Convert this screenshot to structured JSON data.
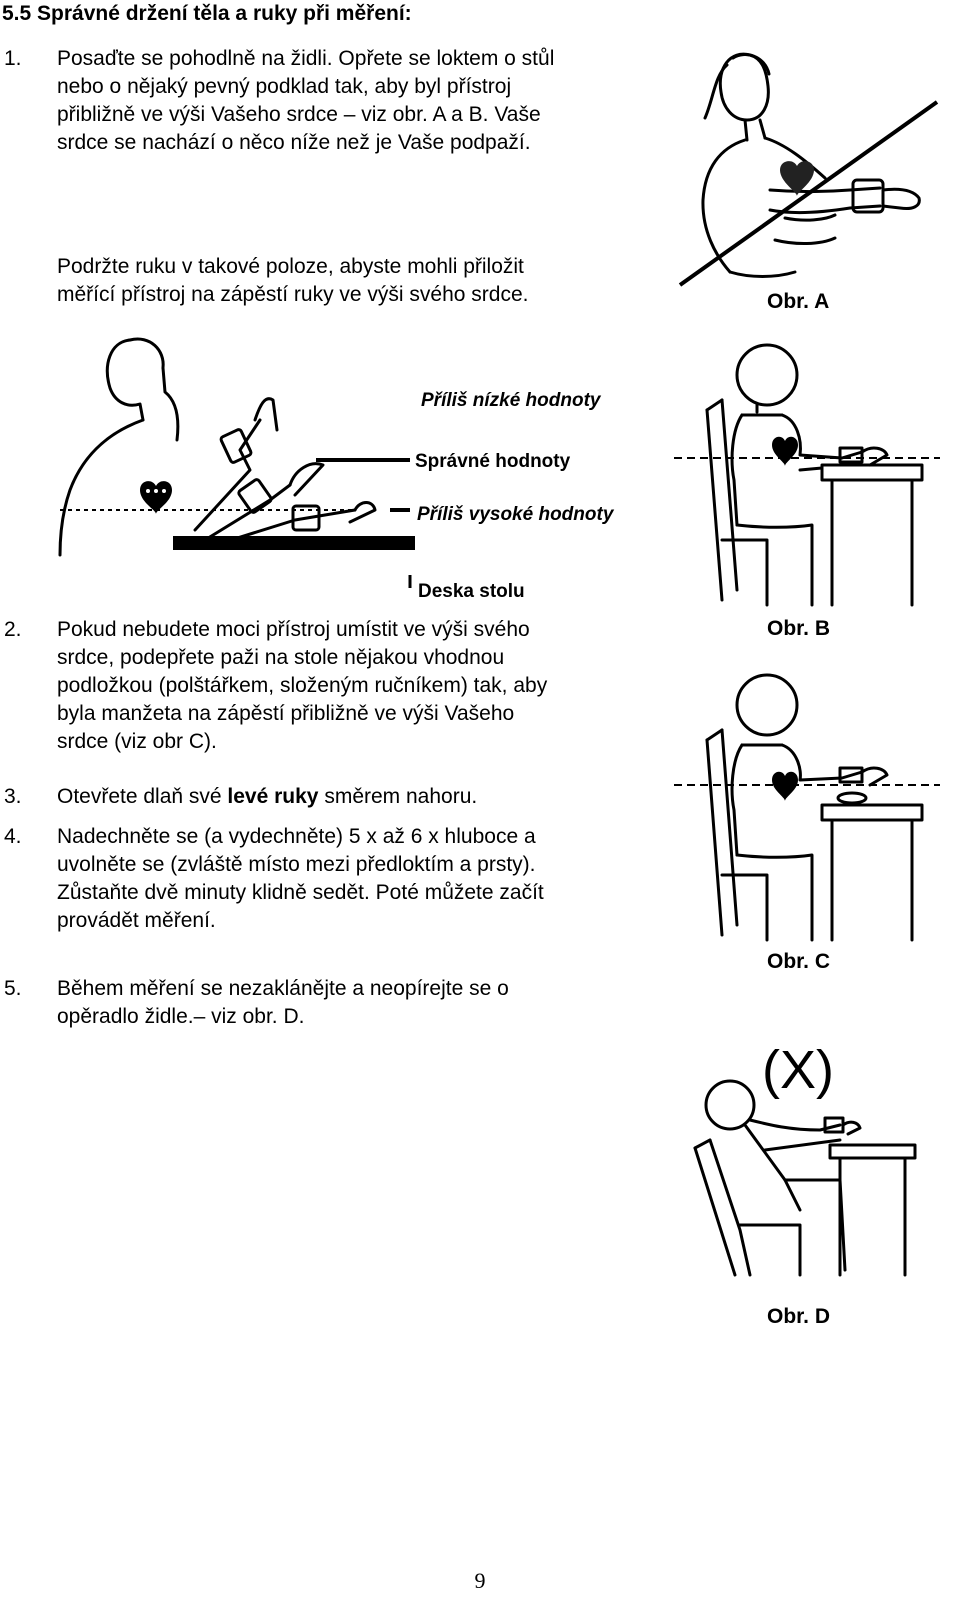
{
  "heading": "5.5 Správné držení těla a ruky při měření:",
  "items": [
    {
      "num": "1.",
      "lines": [
        "Posaďte se pohodlně na židli. Opřete se loktem o stůl",
        "nebo o nějaký pevný podklad tak, aby byl přístroj",
        "přibližně ve výši Vašeho srdce – viz obr. A a B. Vaše",
        "srdce se nachází o něco níže než je Vaše podpaží."
      ],
      "sub_lines": [
        "Podržte ruku v takové poloze, abyste mohli přiložit",
        "měřící přístroj na zápěstí ruky ve výši svého srdce."
      ]
    },
    {
      "num": "2.",
      "lines": [
        "Pokud nebudete moci přístroj umístit ve výši svého",
        "srdce, podepřete paži na stole nějakou vhodnou",
        "podložkou (polštářkem, složeným ručníkem) tak, aby",
        "byla manžeta na zápěstí přibližně ve výši Vašeho",
        "srdce (viz obr C)."
      ]
    },
    {
      "num": "3.",
      "before": "Otevřete dlaň své ",
      "bold": "levé ruky",
      "after": " směrem nahoru."
    },
    {
      "num": "4.",
      "lines": [
        "Nadechněte se (a vydechněte) 5 x až 6 x hluboce a",
        "uvolněte se (zvláště místo mezi předloktím a prsty).",
        "Zůstaňte dvě minuty klidně sedět. Poté můžete začít",
        "provádět měření."
      ]
    },
    {
      "num": "5.",
      "lines": [
        "Během měření se nezaklánějte a neopírejte se o",
        "opěradlo židle.– viz obr. D."
      ]
    }
  ],
  "figure_labels": {
    "too_low": "Příliš nízké hodnoty",
    "correct": "Správné hodnoty",
    "too_high": "Příliš vysoké hodnoty",
    "desk": "Deska stolu",
    "cross": "(X)"
  },
  "captions": {
    "a": "Obr. A",
    "b": "Obr. B",
    "c": "Obr. C",
    "d": "Obr. D"
  },
  "page_number": "9"
}
